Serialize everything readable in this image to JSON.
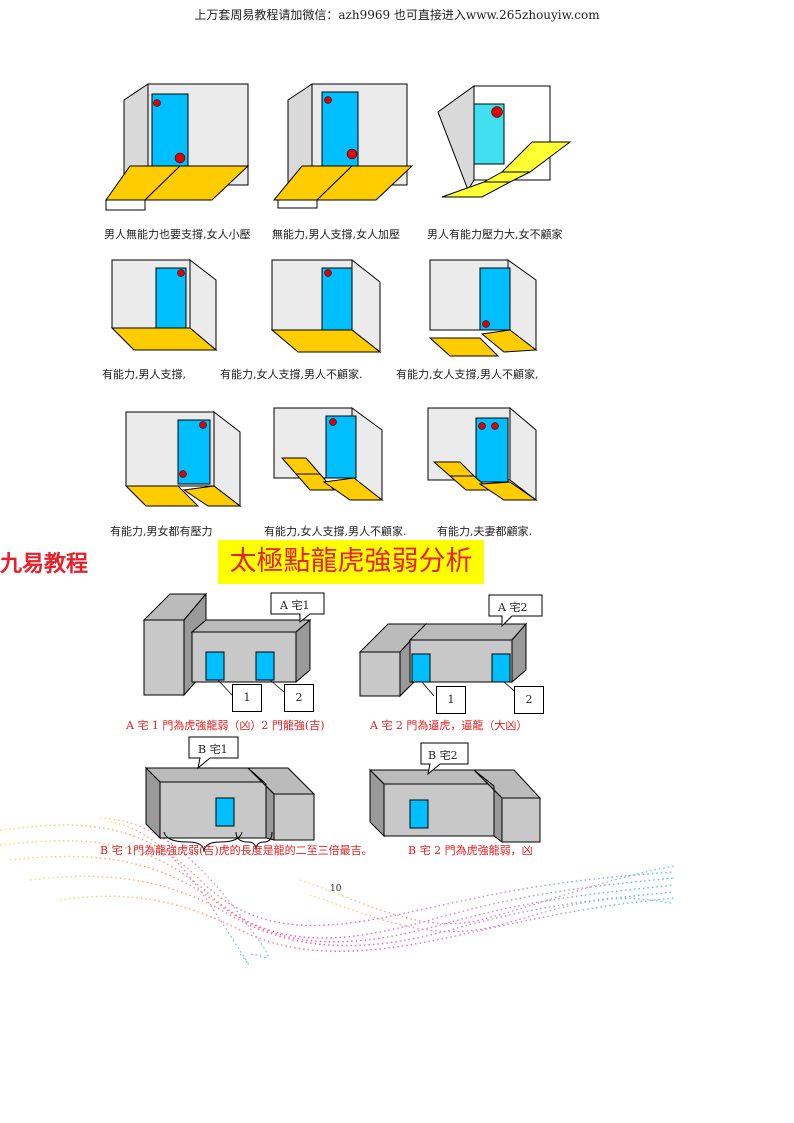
{
  "header": {
    "text": "上万套周易教程请加微信：azh9969    也可直接进入www.265zhouyiw.com"
  },
  "row1_captions": [
    "男人無能力也要支撐,女人小壓",
    "無能力,男人支撐,女人加壓",
    "男人有能力壓力大,女不顧家"
  ],
  "row2_captions": [
    "有能力,男人支撐,",
    "有能力,女人支撐,男人不顧家.",
    "有能力,女人支撐,男人不顧家,"
  ],
  "row3_captions": [
    "有能力,男女都有壓力",
    "有能力,女人支撐,男人不顧家.",
    "有能力,夫妻都顧家."
  ],
  "brand": "九易教程",
  "title": "太極點龍虎強弱分析",
  "houses": {
    "a1_label": "A 宅1",
    "a2_label": "A 宅2",
    "b1_label": "B 宅1",
    "b2_label": "B 宅2",
    "door1": "1",
    "door2": "2",
    "a1_caption": "A 宅 1 門為虎強龍弱（凶）2 門龍強(吉)",
    "a2_caption": "A 宅 2 門為逼虎，逼龍（大凶）",
    "b1_caption": "B 宅 1門為龍強虎弱(吉)虎的長度是龍的二至三倍最吉。",
    "b2_caption": "B 宅 2 門為虎強龍弱，凶"
  },
  "page_number": "10",
  "colors": {
    "door": "#00bfff",
    "floor": "#ffcc00",
    "wall": "#e6e6e6",
    "accent": "#e8202a",
    "highlight": "#ffff00"
  }
}
